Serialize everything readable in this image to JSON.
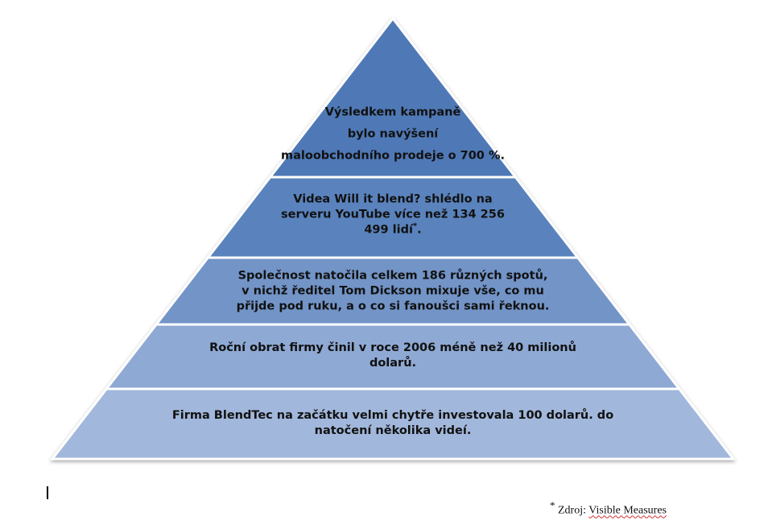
{
  "pyramid": {
    "levels": [
      {
        "lines": [
          "Výsledkem kampaně",
          "bylo  navýšení",
          "maloobchodního  prodeje o 700 %."
        ],
        "color": "#4f79b6"
      },
      {
        "lines": [
          "Videa Will it blend? shlédlo na",
          "serveru YouTube více než 134 256",
          "499 lidí"
        ],
        "footnote_mark": "*",
        "trailing": ".",
        "color": "#5a83bd"
      },
      {
        "lines": [
          "Společnost natočila celkem 186 různých spotů,",
          "v nichž ředitel Tom Dickson mixuje vše, co mu",
          "přijde pod ruku, a o co si fanoušci sami řeknou."
        ],
        "color": "#7294c7"
      },
      {
        "lines": [
          "Roční obrat firmy činil v roce 2006 méně než 40 milionů",
          "dolarů."
        ],
        "color": "#8ea9d3"
      },
      {
        "lines": [
          "Firma BlendTec na začátku velmi chytře investovala 100 dolarů. do",
          "natočení několika videí."
        ],
        "color": "#a1b7db"
      }
    ]
  },
  "footnote": {
    "mark": "*",
    "label": "Zdroj:",
    "source": "Visible Measures"
  }
}
